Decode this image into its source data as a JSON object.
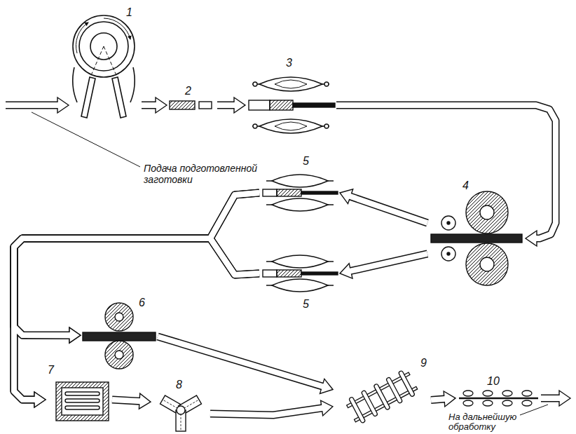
{
  "diagram": {
    "nodes": [
      {
        "text": [
          "1"
        ]
      },
      {
        "text": [
          "2"
        ]
      },
      {
        "text": [
          "3"
        ]
      },
      {
        "text": [
          "4"
        ]
      },
      {
        "text": [
          "5"
        ]
      },
      {
        "text": [
          "5"
        ]
      },
      {
        "text": [
          "6"
        ]
      },
      {
        "text": [
          "7"
        ]
      },
      {
        "text": [
          "8"
        ]
      },
      {
        "text": [
          "9"
        ]
      },
      {
        "text": [
          "10"
        ]
      }
    ],
    "edges": [
      {
        "from": 0,
        "to": 1,
        "arrow": "to"
      },
      {
        "from": 1,
        "to": 2,
        "arrow": "to"
      },
      {
        "from": 2,
        "to": 3,
        "arrow": "to"
      },
      {
        "from": 3,
        "to": 4,
        "arrow": "to"
      },
      {
        "from": 3,
        "to": 5,
        "arrow": "to"
      },
      {
        "from": 4,
        "to": 6,
        "arrow": "to"
      },
      {
        "from": 4,
        "to": 7,
        "arrow": "to"
      },
      {
        "from": 5,
        "to": 6,
        "arrow": "to"
      },
      {
        "from": 5,
        "to": 7,
        "arrow": "to"
      },
      {
        "from": 6,
        "to": 9,
        "arrow": "to"
      },
      {
        "from": 7,
        "to": 8,
        "arrow": "to"
      },
      {
        "from": 8,
        "to": 9,
        "arrow": "to"
      },
      {
        "from": 9,
        "to": 10,
        "arrow": "to"
      }
    ],
    "labels": [
      "Подача подготовленной заготовки",
      "На дальнейшую обработку"
    ]
  }
}
